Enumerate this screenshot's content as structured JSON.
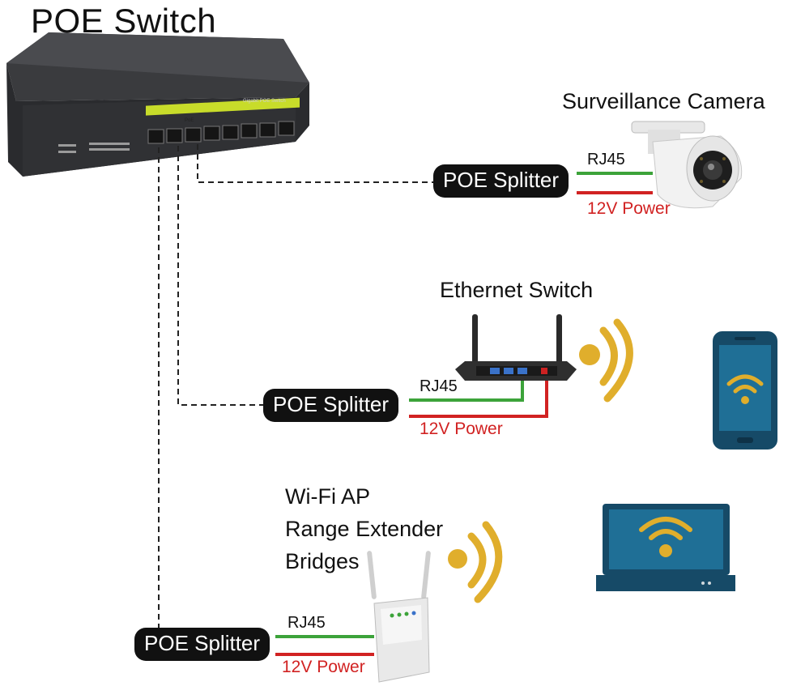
{
  "title": "POE Switch",
  "switch_panel_text": "Gigabit POE Switch",
  "switch_poe_label": "PoE",
  "camera_label": "Surveillance Camera",
  "ethernet_switch_label": "Ethernet Switch",
  "ap_label_lines": [
    "Wi-Fi AP",
    "Range Extender",
    "Bridges"
  ],
  "splitters": [
    {
      "label": "POE Splitter",
      "rj45": "RJ45",
      "power": "12V Power"
    },
    {
      "label": "POE Splitter",
      "rj45": "RJ45",
      "power": "12V Power"
    },
    {
      "label": "POE Splitter",
      "rj45": "RJ45",
      "power": "12V Power"
    }
  ],
  "colors": {
    "rj45_wire": "#3ca33a",
    "power_wire": "#d12222",
    "wifi_gold": "#e0ae2c",
    "device_blue": "#164a67",
    "screen_blue": "#1f6f96"
  }
}
